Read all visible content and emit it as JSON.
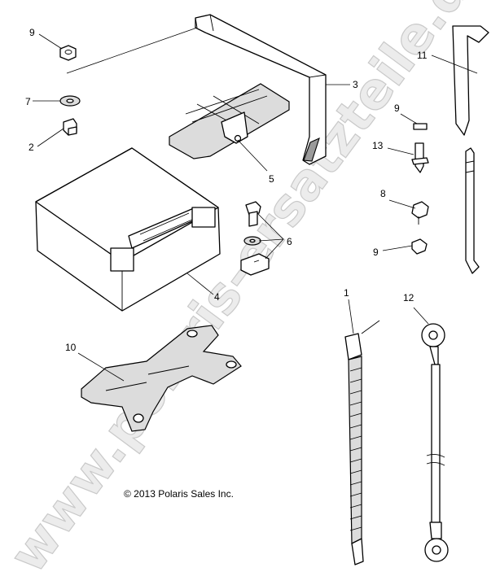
{
  "watermark": {
    "text": "www.polaris-ersatzteile.de"
  },
  "copyright": "© 2013 Polaris Sales Inc.",
  "callouts": {
    "c1": "1",
    "c2": "2",
    "c3": "3",
    "c4": "4",
    "c5": "5",
    "c6": "6",
    "c7": "7",
    "c8": "8",
    "c9a": "9",
    "c9b": "9",
    "c9c": "9",
    "c10": "10",
    "c11": "11",
    "c12": "12",
    "c13": "13"
  },
  "parts": [
    {
      "number": "1",
      "name": "cable-tie-strap-icon"
    },
    {
      "number": "2",
      "name": "bolt-icon"
    },
    {
      "number": "3",
      "name": "battery-hold-down-strap-icon"
    },
    {
      "number": "4",
      "name": "battery-icon"
    },
    {
      "number": "5",
      "name": "battery-cover-icon"
    },
    {
      "number": "6",
      "name": "bolt-washer-nut-icon"
    },
    {
      "number": "7",
      "name": "washer-icon"
    },
    {
      "number": "8",
      "name": "nut-icon"
    },
    {
      "number": "9",
      "name": "nut-icon"
    },
    {
      "number": "10",
      "name": "battery-tray-icon"
    },
    {
      "number": "11",
      "name": "vent-tube-icon"
    },
    {
      "number": "12",
      "name": "battery-cable-icon"
    },
    {
      "number": "13",
      "name": "bolt-icon"
    }
  ]
}
